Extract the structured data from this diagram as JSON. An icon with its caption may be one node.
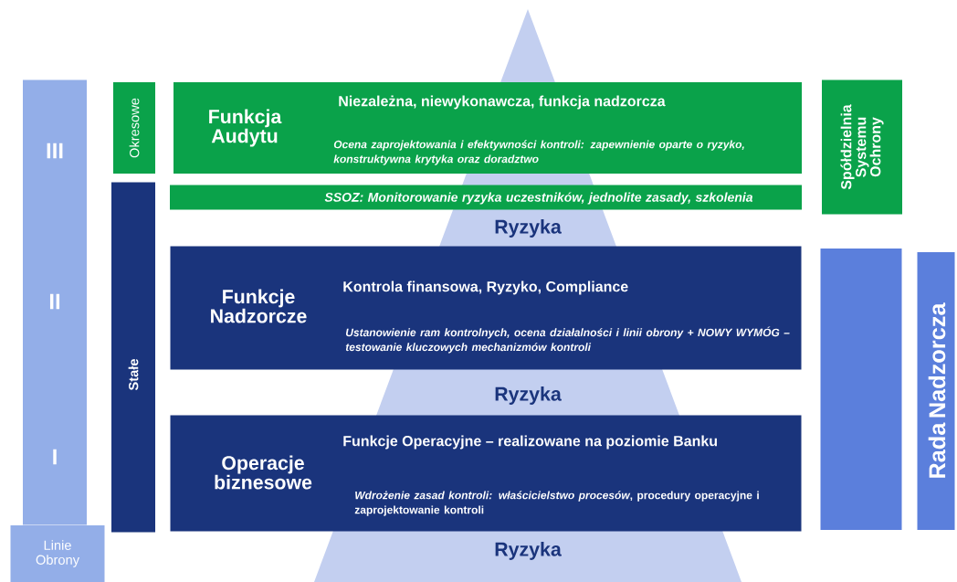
{
  "diagram": {
    "nodes": [
      {
        "text": [
          "III",
          "II",
          "I"
        ]
      },
      {
        "text": [
          "Linie Obrony"
        ]
      },
      {
        "text": [
          "Okresowe"
        ]
      },
      {
        "text": [
          "Stałe"
        ]
      },
      {
        "text": [
          "Funkcja Audytu",
          "Niezależna, niewykonawcza, funkcja nadzorcza",
          "Ocena zaprojektowania i efektywności kontroli: zapewnienie oparte o ryzyko, konstruktywna krytyka oraz doradztwo"
        ]
      },
      {
        "text": [
          "SSOZ: Monitorowanie ryzyka uczestników, jednolite zasady,  szkolenia"
        ]
      },
      {
        "text": [
          "Funkcje Nadzorcze",
          "Kontrola finansowa, Ryzyko, Compliance",
          "Ustanowienie ram kontrolnych, ocena działalności i linii obrony  + NOWY WYMÓG – testowanie kluczowych mechanizmów kontroli"
        ]
      },
      {
        "text": [
          "Operacje biznesowe",
          "Funkcje Operacyjne – realizowane na poziomie Banku",
          "*Wdrożenie zasad kontroli: właścicielstwo procesów*, procedury operacyjne i zaprojektowanie kontroli"
        ]
      },
      {
        "text": [
          "Spółdzielnia Systemu Ochrony"
        ]
      },
      {
        "text": [],
        "shape": "box"
      },
      {
        "text": [
          "Rada Nadzorcza"
        ]
      }
    ],
    "labels": [
      "Ryzyka",
      "Ryzyka",
      "Ryzyka"
    ]
  }
}
